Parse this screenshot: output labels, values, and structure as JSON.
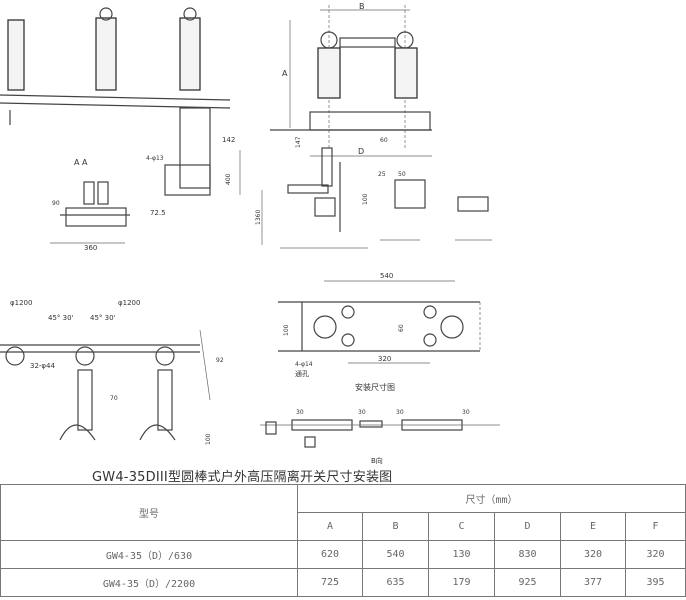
{
  "drawing": {
    "labels": {
      "aa": "A  A",
      "d360": "360",
      "d72": "72.5",
      "d142": "142",
      "d400": "400",
      "d4phi": "4-φ13",
      "d90": "90",
      "A": "A",
      "B": "B",
      "D": "D",
      "d147": "147",
      "d60": "60",
      "d1360": "1360",
      "d25": "25",
      "d50": "50",
      "d100s": "100",
      "phi1200a": "φ1200",
      "phi1200b": "φ1200",
      "ang1": "45° 30'",
      "ang2": "45° 30'",
      "phi44": "32-φ44",
      "d70": "70",
      "d100v": "100",
      "d92": "92",
      "d540": "540",
      "d100p": "100",
      "d60p": "60",
      "d320": "320",
      "hole": "4-φ14",
      "through": "通孔",
      "install_caption": "安装尺寸图",
      "d30a": "30",
      "d30b": "30",
      "d30c": "30",
      "d30d": "30",
      "bview": "B向"
    }
  },
  "title": "GW4-35DIII型圆棒式户外高压隔离开关尺寸安装图",
  "table": {
    "model_header": "型号",
    "dim_header": "尺寸（mm）",
    "columns": [
      "A",
      "B",
      "C",
      "D",
      "E",
      "F"
    ],
    "rows": [
      {
        "model": "GW4-35（D）/630",
        "values": [
          "620",
          "540",
          "130",
          "830",
          "320",
          "320"
        ]
      },
      {
        "model": "GW4-35（D）/2200",
        "values": [
          "725",
          "635",
          "179",
          "925",
          "377",
          "395"
        ]
      }
    ]
  }
}
